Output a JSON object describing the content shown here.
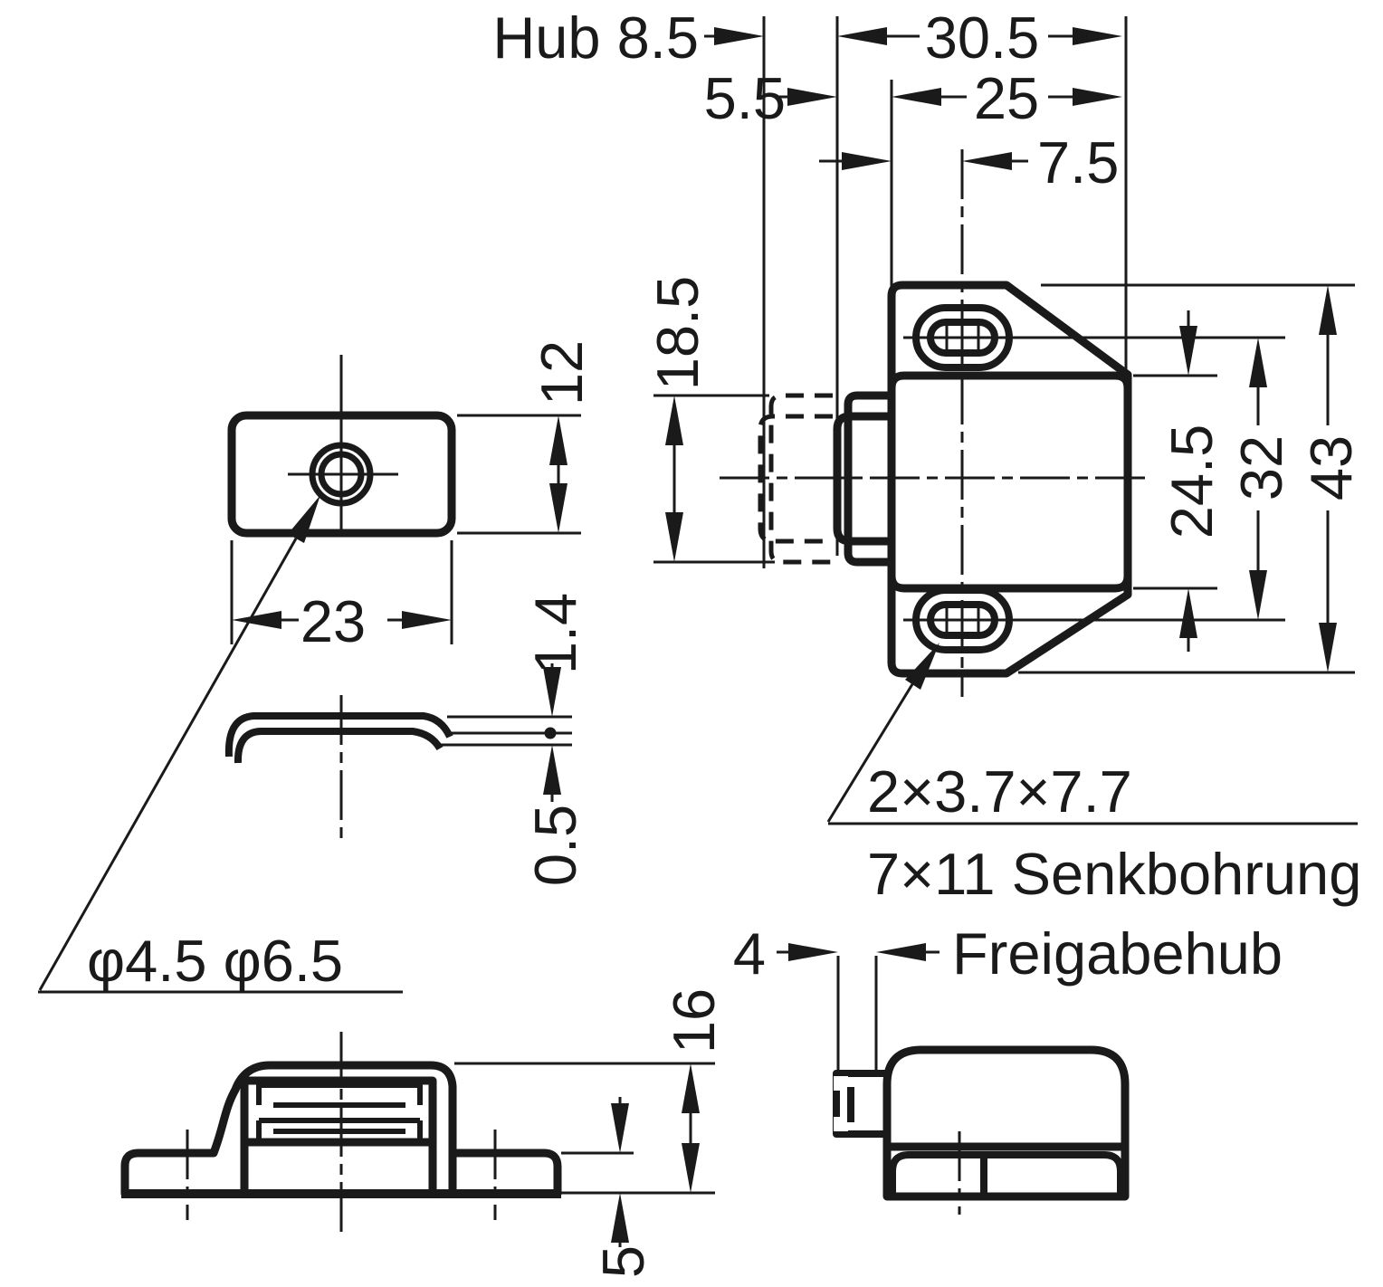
{
  "drawing": {
    "type": "technical-dimension-drawing",
    "background_color": "#ffffff",
    "line_color": "#1a1a1a",
    "views": {
      "latch_front": {
        "stroke_dim": "Hub 8.5",
        "overall_width_dim": "30.5",
        "plunger_gap_dim": "5.5",
        "flange_width_dim": "25",
        "slot_offset_dim": "7.5",
        "plunger_height_dim": "18.5",
        "body_height_dim": "24.5",
        "hole_pitch_dim": "32",
        "overall_height_dim": "43",
        "slot_note": "2×3.7×7.7",
        "counterbore_note": "7×11 Senkbohrung"
      },
      "strike_plate_top": {
        "width_dim": "23",
        "depth_dim": "12",
        "hole_dia_note": "φ4.5 φ6.5"
      },
      "strike_plate_side": {
        "thickness_dim": "1.4",
        "curl_dim": "0.5"
      },
      "latch_side": {
        "height_dim": "16",
        "flange_height_dim": "5"
      },
      "latch_release_side": {
        "release_stroke_dim": "4",
        "release_label": "Freigabehub"
      }
    }
  }
}
